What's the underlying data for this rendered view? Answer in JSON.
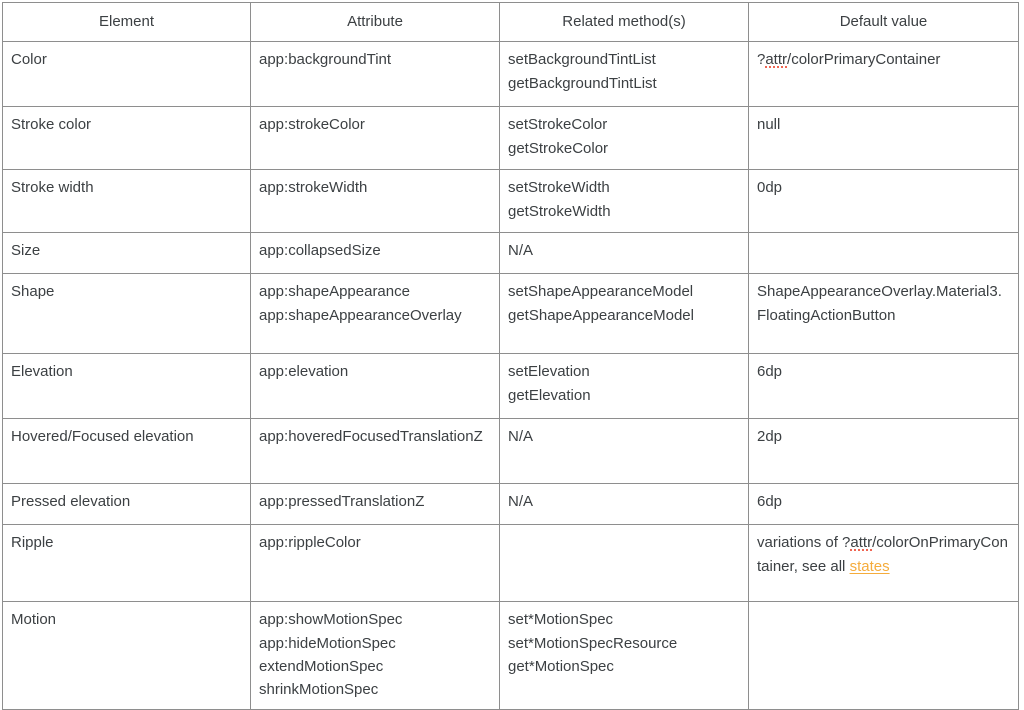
{
  "table": {
    "columns": [
      {
        "label": "Element"
      },
      {
        "label": "Attribute"
      },
      {
        "label": "Related method(s)"
      },
      {
        "label": "Default value"
      }
    ],
    "rows": [
      {
        "element": "Color",
        "attribute": "app:backgroundTint",
        "methods": "setBackgroundTintList\ngetBackgroundTintList",
        "default_prefix": "?",
        "default_misspelled": "attr",
        "default_suffix": "/colorPrimaryContainer",
        "default_plain": "?attr/colorPrimaryContainer"
      },
      {
        "element": "Stroke color",
        "attribute": "app:strokeColor",
        "methods": "setStrokeColor\ngetStrokeColor",
        "default_plain": "null"
      },
      {
        "element": "Stroke width",
        "attribute": "app:strokeWidth",
        "methods": "setStrokeWidth\ngetStrokeWidth",
        "default_plain": "0dp"
      },
      {
        "element": "Size",
        "attribute": "app:collapsedSize",
        "methods": "N/A",
        "default_plain": ""
      },
      {
        "element": "Shape",
        "attribute": "app:shapeAppearance\napp:shapeAppearanceOverlay",
        "methods": "setShapeAppearanceModel\ngetShapeAppearanceModel",
        "default_plain": "ShapeAppearanceOverlay.Material3.FloatingActionButton"
      },
      {
        "element": "Elevation",
        "attribute": "app:elevation",
        "methods": "setElevation\ngetElevation",
        "default_plain": "6dp"
      },
      {
        "element": "Hovered/Focused elevation",
        "attribute": "app:hoveredFocusedTranslationZ",
        "methods": "N/A",
        "default_plain": "2dp"
      },
      {
        "element": "Pressed elevation",
        "attribute": "app:pressedTranslationZ",
        "methods": "N/A",
        "default_plain": "6dp"
      },
      {
        "element": "Ripple",
        "attribute": "app:rippleColor",
        "methods": "",
        "default_prefix": "variations of ?",
        "default_misspelled": "attr",
        "default_suffix": "/colorOnPrimaryContainer, see all ",
        "default_link": "states"
      },
      {
        "element": "Motion",
        "attribute": "app:showMotionSpec\napp:hideMotionSpec\nextendMotionSpec\nshrinkMotionSpec",
        "methods": "set*MotionSpec\nset*MotionSpecResource\nget*MotionSpec",
        "default_plain": ""
      }
    ]
  },
  "colors": {
    "text": "#3c4043",
    "border": "#8e8e8e",
    "link": "#f5ac3c",
    "spellcheck_underline": "#ef6552",
    "background": "#ffffff"
  }
}
